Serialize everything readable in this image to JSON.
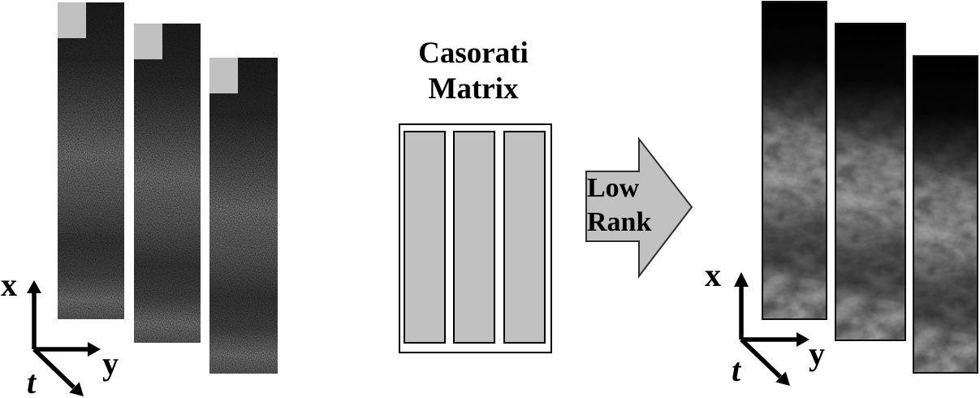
{
  "figure": {
    "input_stack": {
      "frame_count": 3,
      "axis": {
        "x_label": "x",
        "y_label": "y",
        "t_label": "t"
      }
    },
    "casorati": {
      "title_line1": "Casorati",
      "title_line2": "Matrix",
      "column_count": 3
    },
    "transform_arrow": {
      "label_line1": "Low",
      "label_line2": "Rank"
    },
    "output_stack": {
      "frame_count": 3,
      "axis": {
        "x_label": "x",
        "y_label": "y",
        "t_label": "t"
      }
    },
    "colors": {
      "shape_gray": "#c1c1c1",
      "outline": "#000000",
      "background": "#ffffff"
    }
  }
}
